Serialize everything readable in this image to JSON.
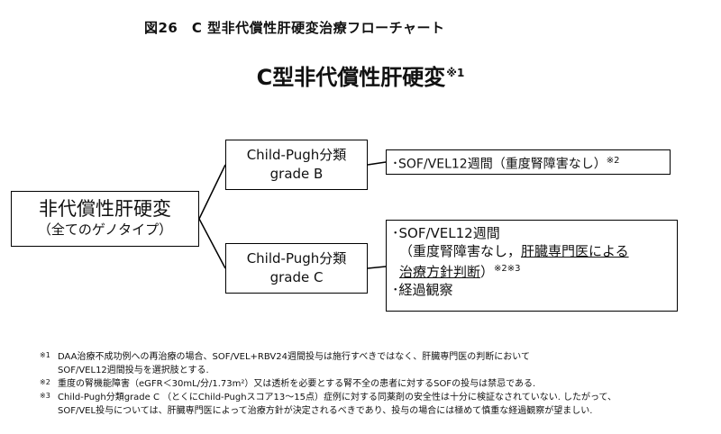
{
  "figure_caption": "図26　C 型非代償性肝硬変治療フローチャート",
  "title": {
    "text": "C型非代償性肝硬変",
    "mark": "※1"
  },
  "root": {
    "line1": "非代償性肝硬変",
    "line2": "（全てのゲノタイプ）"
  },
  "branch_b": {
    "line1": "Child-Pugh分類",
    "line2": "grade B",
    "result": {
      "text": "･SOF/VEL12週間（重度腎障害なし）",
      "mark": "※2"
    }
  },
  "branch_c": {
    "line1": "Child-Pugh分類",
    "line2": "grade C",
    "result": {
      "item1": "･SOF/VEL12週間",
      "paren_open": "（重度腎障害なし，",
      "underline1": "肝臓専門医による",
      "underline2": "治療方針判断",
      "paren_close": "）",
      "mark": "※2※3",
      "item2": "･経過観察"
    }
  },
  "notes": [
    {
      "mark": "※1",
      "line1": "DAA治療不成功例への再治療の場合、SOF/VEL+RBV24週間投与は施行すべきではなく、肝臓専門医の判断において",
      "line2": "SOF/VEL12週間投与を選択肢とする."
    },
    {
      "mark": "※2",
      "line1": "重度の腎機能障害（eGFR＜30mL/分/1.73m²）又は透析を必要とする腎不全の患者に対するSOFの投与は禁忌である."
    },
    {
      "mark": "※3",
      "line1": "Child-Pugh分類grade C （とくにChild-Pughスコア13～15点）症例に対する同薬剤の安全性は十分に検証なされていない. したがって、",
      "line2": "SOF/VEL投与については、肝臓専門医によって治療方針が決定されるべきであり、投与の場合には極めて慎重な経過観察が望ましい."
    }
  ]
}
